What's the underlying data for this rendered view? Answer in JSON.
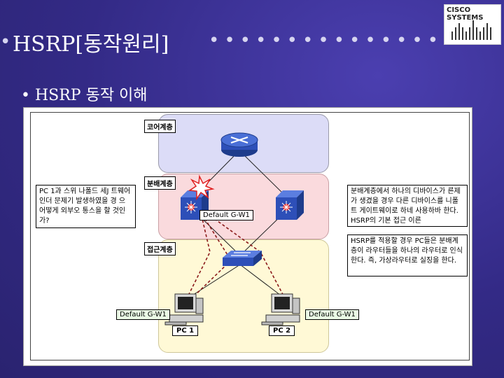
{
  "slide": {
    "title": "HSRP[동작원리]",
    "bullet": "• HSRP 동작 이해"
  },
  "logo": {
    "text": "CISCO SYSTEMS"
  },
  "diagram": {
    "layers": {
      "core": "코어계층",
      "distribution": "분배계층",
      "access": "접근계층"
    },
    "gateway_label": "Default G-W1",
    "notes": {
      "left": "PC 1과 스위 나폴드 세J 트웨어인더 문제기 발생하였을 경 으 어떻게 외부오 통스을 할 것인가?",
      "right_top": "분배계층에서 하나의 디바이스가 른제가 생겼을 경우 다른 디바이스를 니폴트 게이트웨이로 하네 사용하바 한다. HSRP의 기본 접근 이른",
      "right_mid": "HSRP를 적용할 경우 PC들은 분배계층이 라우터들을 하나의 라우터로 인식한다. 즉, 가상라우터로 실징을 한다."
    },
    "pc_left": {
      "gateway": "Default G-W1",
      "label": "PC 1"
    },
    "pc_right": {
      "gateway": "Default G-W1",
      "label": "PC 2"
    }
  },
  "colors": {
    "background": "#332a86",
    "core_layer": "#dcdcf7",
    "distribution_layer": "#fadadd",
    "access_layer": "#fff9d6",
    "device_blue": "#2d4fb8",
    "fault": "#e02020"
  },
  "icons": [
    "router-icon",
    "multilayer-switch-icon",
    "switch-icon",
    "pc-icon",
    "fault-burst-icon"
  ]
}
